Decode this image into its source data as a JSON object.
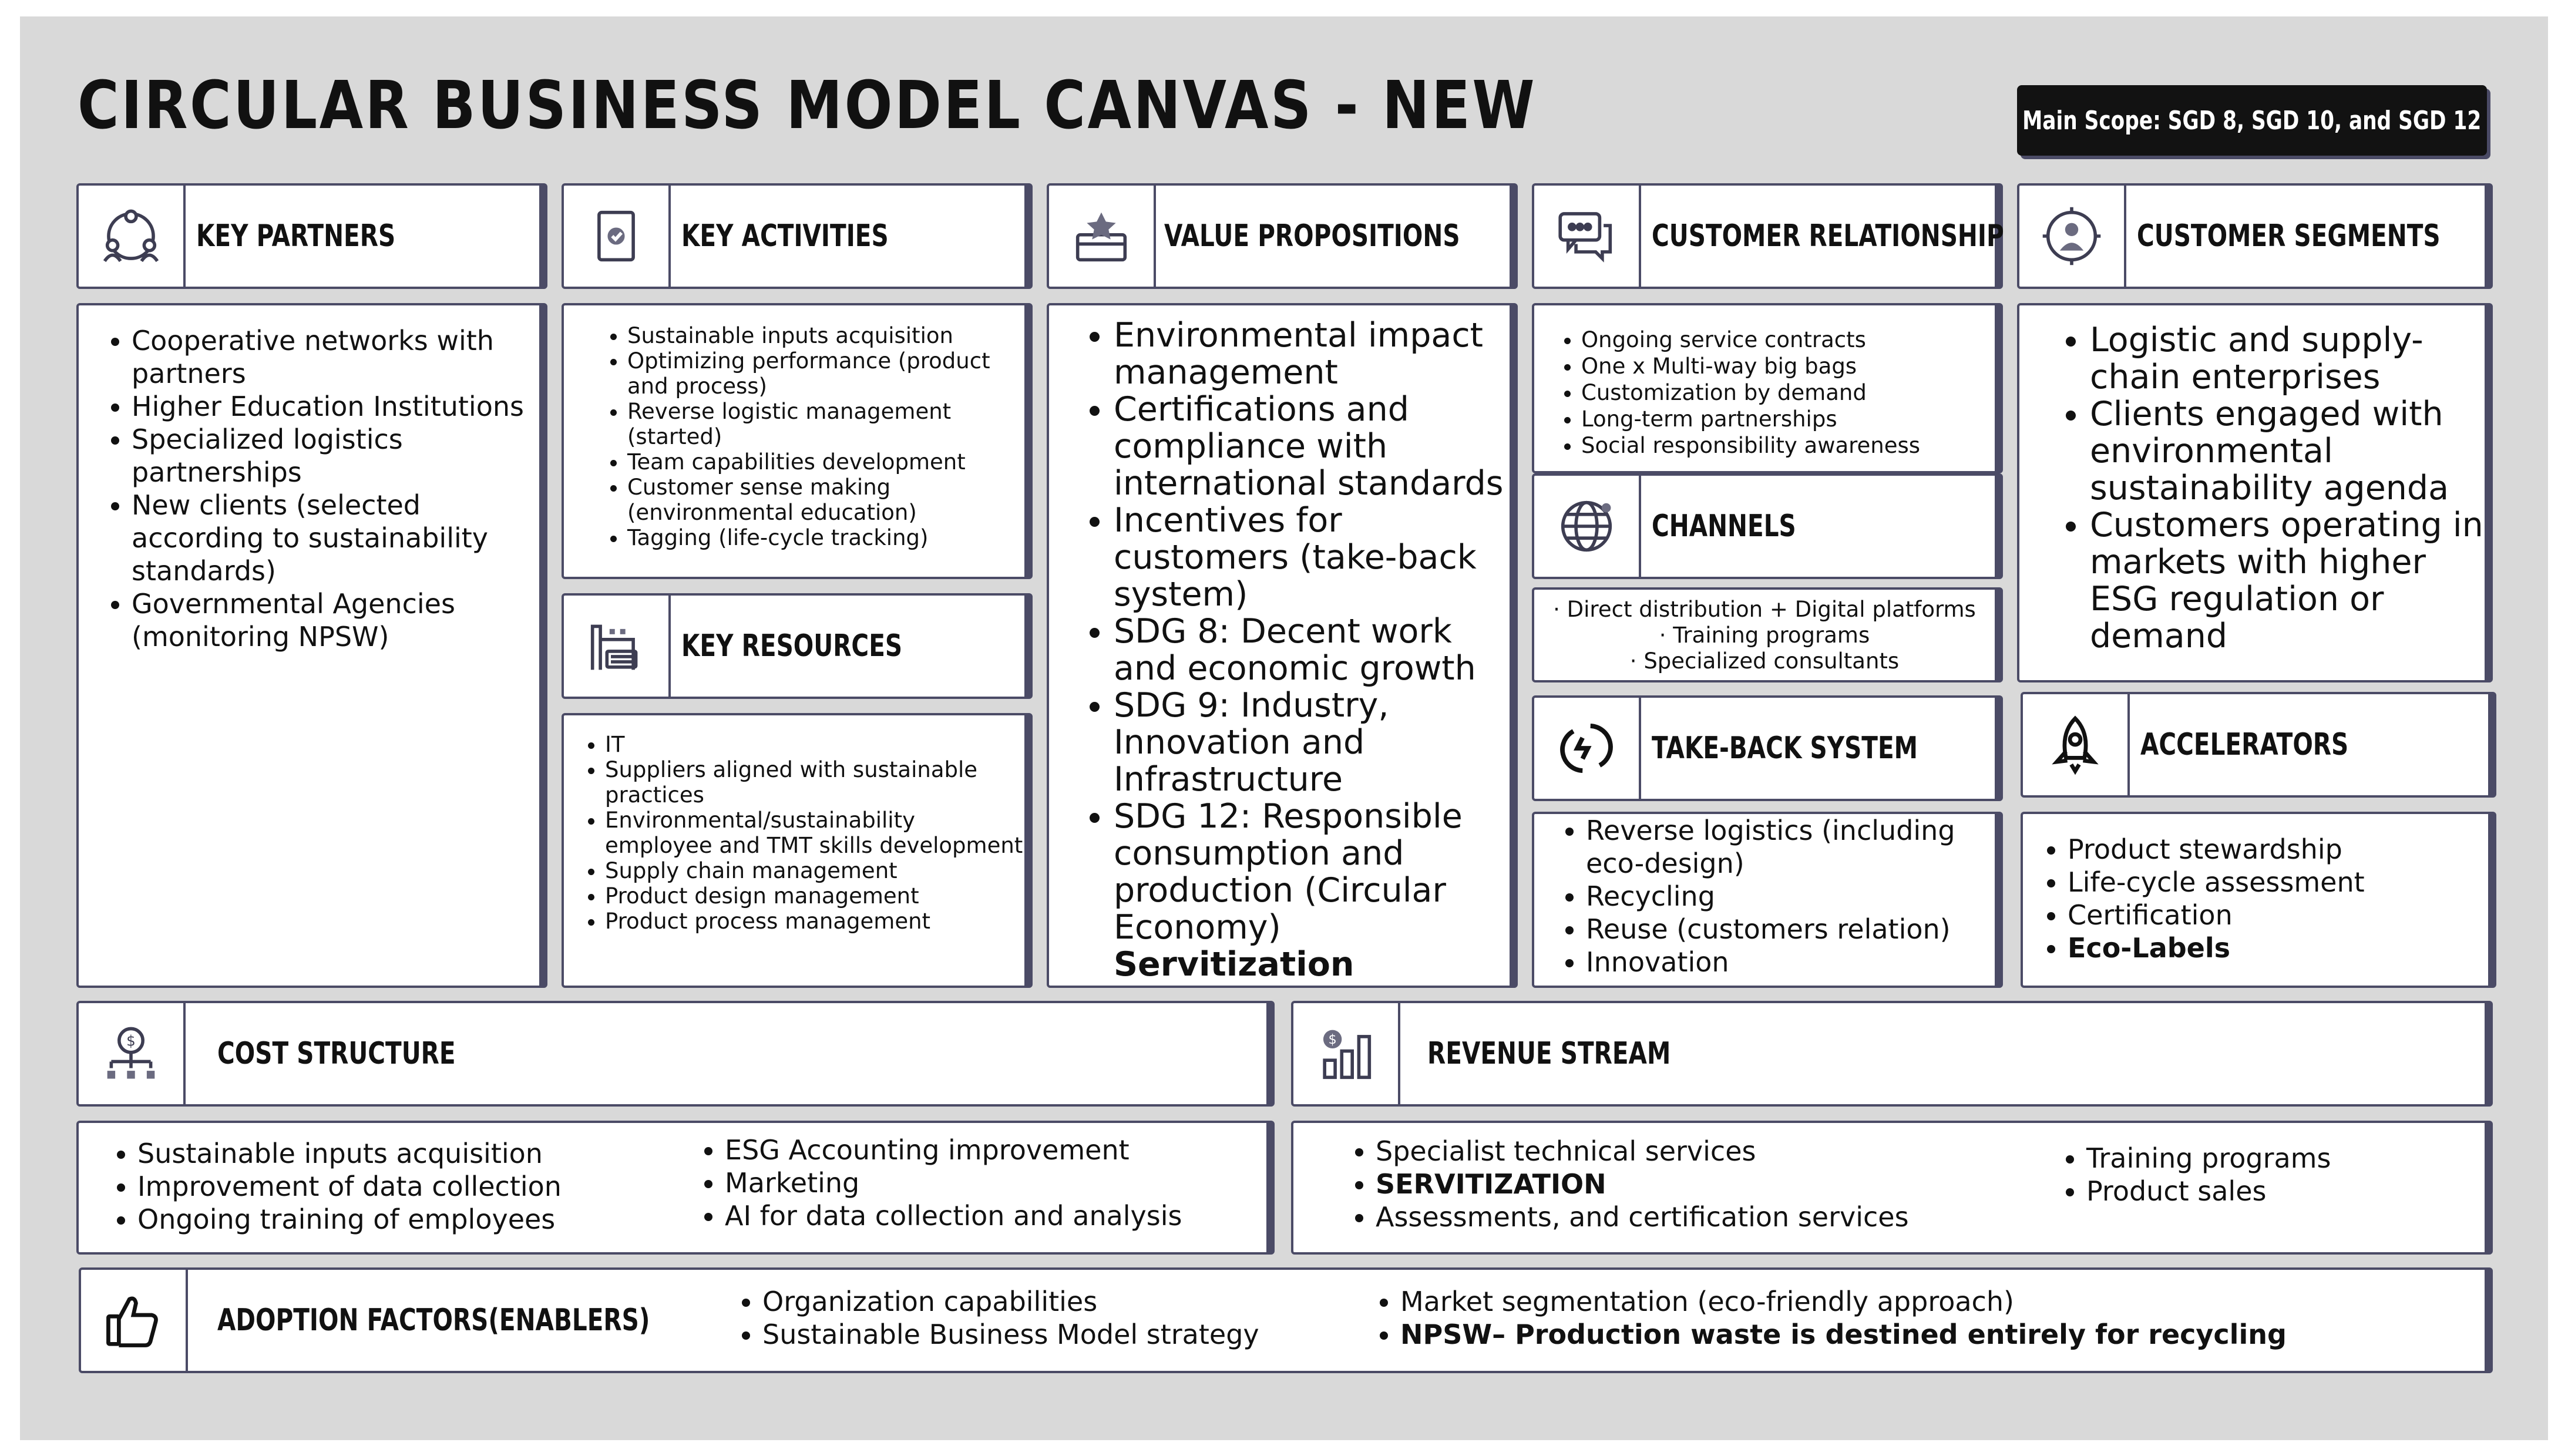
{
  "title": "CIRCULAR BUSINESS MODEL CANVAS - NEW",
  "scope": "Main Scope: SGD 8, SGD 10, and SGD 12",
  "key_partners": {
    "label": "KEY PARTNERS",
    "icon": "partners-network-icon",
    "items": [
      "Cooperative networks with partners",
      "Higher Education Institutions",
      "Specialized logistics partnerships",
      "New clients (selected according to sustainability standards)",
      "Governmental Agencies (monitoring NPSW)"
    ]
  },
  "key_activities": {
    "label": "KEY ACTIVITIES",
    "icon": "checklist-icon",
    "items": [
      "Sustainable inputs acquisition",
      "Optimizing performance (product and process)",
      "Reverse logistic management (started)",
      "Team capabilities development",
      "Customer sense making (environmental education)",
      "Tagging (life-cycle tracking)"
    ]
  },
  "key_resources": {
    "label": "KEY RESOURCES",
    "icon": "factory-icon",
    "items": [
      "IT",
      "Suppliers aligned with sustainable practices",
      "Environmental/sustainability employee and TMT skills development",
      "Supply chain management",
      "Product design management",
      "Product process management"
    ]
  },
  "value_propositions": {
    "label": "VALUE PROPOSITIONS",
    "icon": "star-box-icon",
    "items": [
      "Environmental impact management",
      "Certifications and compliance with international standards",
      "Incentives for customers (take-back system)",
      "SDG 8: Decent work and economic growth",
      "SDG 9: Industry, Innovation and Infrastructure",
      "SDG 12: Responsible consumption and production (Circular Economy)"
    ],
    "last_item_bold": "Servitization"
  },
  "customer_relationship": {
    "label": "CUSTOMER RELATIONSHIP",
    "icon": "chat-bubbles-icon",
    "items": [
      "Ongoing service contracts",
      "One x Multi-way big bags",
      "Customization by demand",
      "Long-term partnerships",
      "Social responsibility awareness"
    ]
  },
  "channels": {
    "label": "CHANNELS",
    "icon": "globe-icon",
    "lines": [
      "· Direct distribution + Digital platforms",
      "· Training programs",
      "· Specialized consultants"
    ]
  },
  "take_back": {
    "label": "TAKE-BACK SYSTEM",
    "icon": "recycle-loop-icon",
    "items": [
      "Reverse logistics (including eco-design)",
      "Recycling",
      "Reuse (customers relation)",
      "Innovation"
    ]
  },
  "customer_segments": {
    "label": "CUSTOMER SEGMENTS",
    "icon": "target-user-icon",
    "items": [
      "Logistic and supply-chain enterprises",
      "Clients engaged with environmental sustainability agenda",
      "Customers operating in markets with higher ESG regulation or demand"
    ]
  },
  "accelerators": {
    "label": "ACCELERATORS",
    "icon": "rocket-icon",
    "items": [
      "Product stewardship",
      "Life-cycle assessment",
      "Certification"
    ],
    "bold_item": "Eco-Labels"
  },
  "cost_structure": {
    "label": "COST STRUCTURE",
    "icon": "dollar-hierarchy-icon",
    "col1": [
      "Sustainable inputs acquisition",
      "Improvement of data collection",
      "Ongoing training of employees"
    ],
    "col2": [
      "ESG Accounting improvement",
      "Marketing",
      "AI for data collection and analysis"
    ]
  },
  "revenue_stream": {
    "label": "REVENUE STREAM",
    "icon": "revenue-chart-icon",
    "col1_first": "Specialist technical services",
    "col1_bold": "SERVITIZATION",
    "col1_last": "Assessments, and certification services",
    "col2": [
      "Training programs",
      "Product sales"
    ]
  },
  "adoption_factors": {
    "label": "ADOPTION FACTORS(ENABLERS)",
    "icon": "thumbs-up-icon",
    "col1": [
      "Organization capabilities",
      "Sustainable Business Model strategy"
    ],
    "col2_first": "Market segmentation (eco-friendly approach)",
    "col2_bold": "NPSW– Production waste is destined entirely for recycling"
  }
}
